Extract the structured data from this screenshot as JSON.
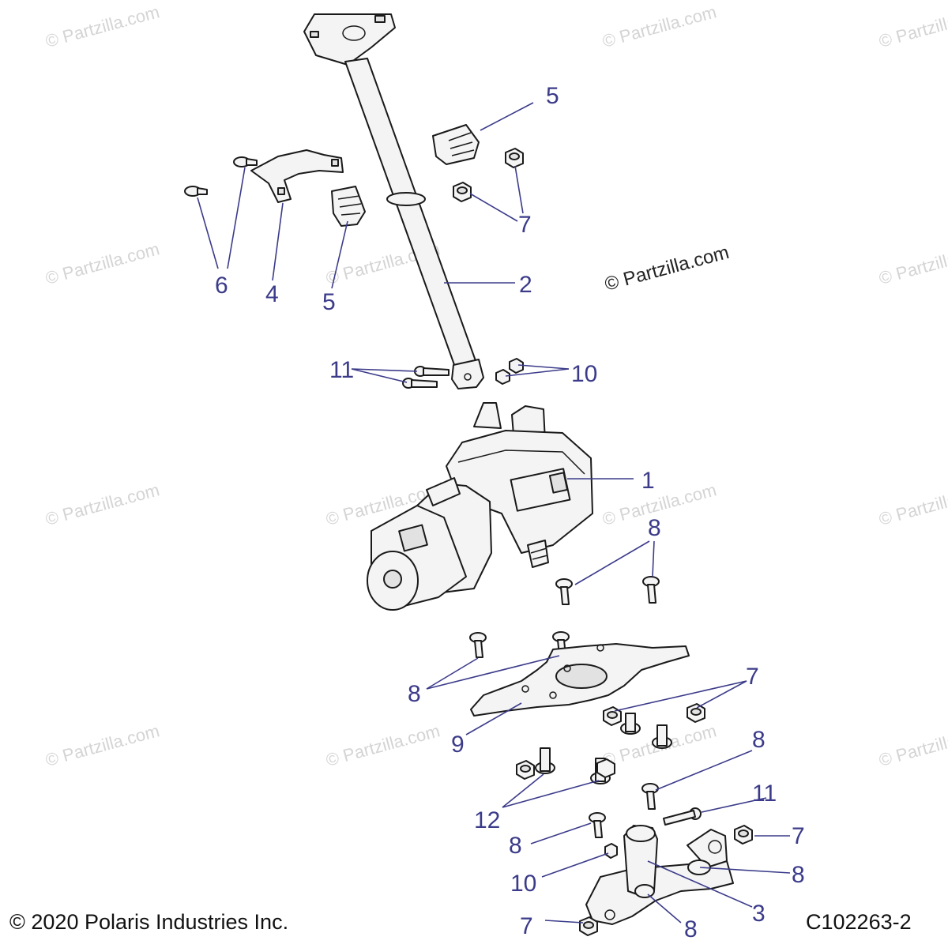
{
  "watermark_text": "© Partzilla.com",
  "copyright": "© 2020 Polaris Industries Inc.",
  "diagram_code": "C102263-2",
  "callouts": {
    "c1": "1",
    "c2": "2",
    "c3": "3",
    "c4": "4",
    "c5a": "5",
    "c5b": "5",
    "c6": "6",
    "c7a": "7",
    "c7b": "7",
    "c7c": "7",
    "c7d": "7",
    "c8a": "8",
    "c8b": "8",
    "c8c": "8",
    "c8d": "8",
    "c8e": "8",
    "c8f": "8",
    "c9": "9",
    "c10a": "10",
    "c10b": "10",
    "c11a": "11",
    "c11b": "11",
    "c12": "12"
  }
}
